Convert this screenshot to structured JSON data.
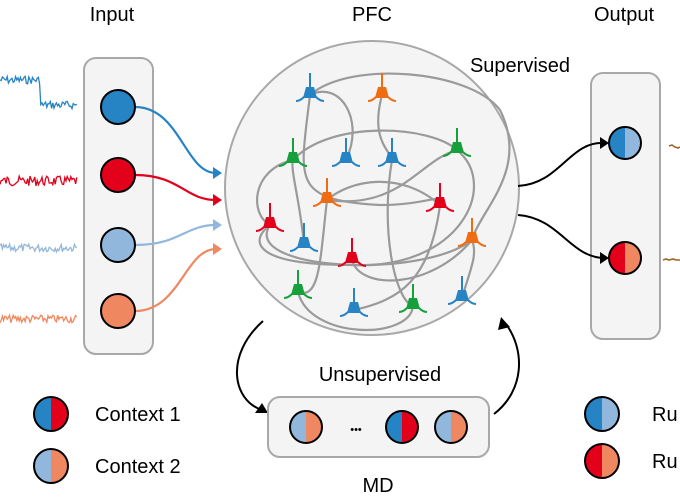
{
  "titles": {
    "input": "Input",
    "pfc": "PFC",
    "output": "Output",
    "supervised": "Supervised",
    "unsupervised": "Unsupervised",
    "md": "MD",
    "ellipsis": "•••"
  },
  "colors": {
    "blue": "#2683c4",
    "red": "#e3001b",
    "light_blue": "#92b7dc",
    "light_orange": "#ef8760",
    "orange": "#ef6c13",
    "green": "#16a03c",
    "gray_line": "#9a9a9a",
    "box_fill": "#f4f4f4",
    "box_stroke": "#a8a8a8",
    "brown": "#a0642b"
  },
  "inputs": [
    {
      "name": "input-unit-blue",
      "color": "blue"
    },
    {
      "name": "input-unit-red",
      "color": "red"
    },
    {
      "name": "input-unit-light-blue",
      "color": "light_blue"
    },
    {
      "name": "input-unit-light-orange",
      "color": "light_orange"
    }
  ],
  "outputs": [
    {
      "name": "output-unit-rule1",
      "left": "blue",
      "right": "light_blue"
    },
    {
      "name": "output-unit-rule2",
      "left": "red",
      "right": "light_orange"
    }
  ],
  "md_units": [
    {
      "name": "md-unit-context2-a",
      "left": "light_blue",
      "right": "light_orange"
    },
    {
      "name": "md-unit-context1",
      "left": "blue",
      "right": "red"
    },
    {
      "name": "md-unit-context2-b",
      "left": "light_blue",
      "right": "light_orange"
    }
  ],
  "legend_left": [
    {
      "label": "Context 1",
      "left": "blue",
      "right": "red"
    },
    {
      "label": "Context 2",
      "left": "light_blue",
      "right": "light_orange"
    }
  ],
  "legend_right": [
    {
      "label": "Ru",
      "left": "blue",
      "right": "light_blue"
    },
    {
      "label": "Ru",
      "left": "red",
      "right": "light_orange"
    }
  ],
  "neurons": [
    {
      "color": "blue"
    },
    {
      "color": "orange"
    },
    {
      "color": "green"
    },
    {
      "color": "blue"
    },
    {
      "color": "blue"
    },
    {
      "color": "green"
    },
    {
      "color": "orange"
    },
    {
      "color": "red"
    },
    {
      "color": "red"
    },
    {
      "color": "blue"
    },
    {
      "color": "orange"
    },
    {
      "color": "red"
    },
    {
      "color": "green"
    },
    {
      "color": "blue"
    },
    {
      "color": "green"
    },
    {
      "color": "blue"
    }
  ]
}
